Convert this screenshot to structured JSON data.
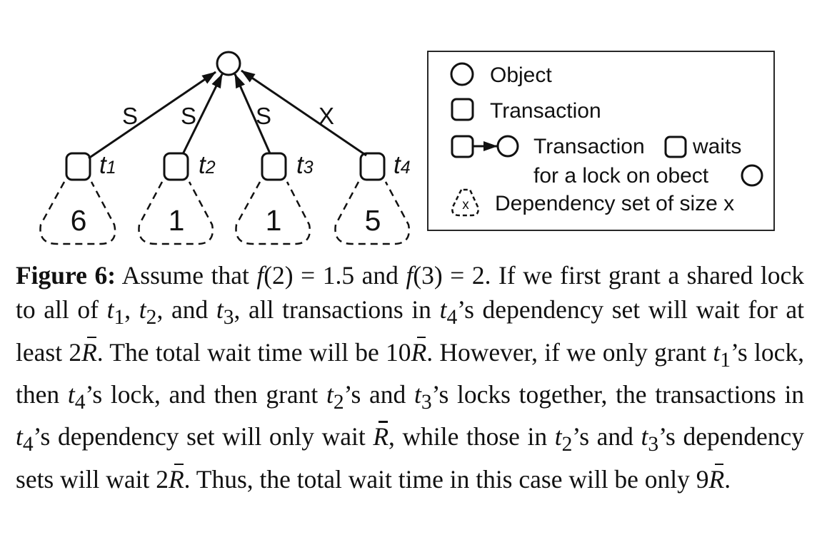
{
  "diagram": {
    "edges": [
      {
        "from": "t1",
        "to": "object",
        "label": "S"
      },
      {
        "from": "t2",
        "to": "object",
        "label": "S"
      },
      {
        "from": "t3",
        "to": "object",
        "label": "S"
      },
      {
        "from": "t4",
        "to": "object",
        "label": "X"
      }
    ],
    "transactions": [
      {
        "id": "t1",
        "label_base": "t",
        "label_sub": "1",
        "dependency_size": "6"
      },
      {
        "id": "t2",
        "label_base": "t",
        "label_sub": "2",
        "dependency_size": "1"
      },
      {
        "id": "t3",
        "label_base": "t",
        "label_sub": "3",
        "dependency_size": "1"
      },
      {
        "id": "t4",
        "label_base": "t",
        "label_sub": "4",
        "dependency_size": "5"
      }
    ]
  },
  "legend": {
    "object": "Object",
    "transaction": "Transaction",
    "wait_line1_a": "Transaction",
    "wait_line1_b": "waits",
    "wait_line2": "for a lock on obect",
    "dependency_symbol": "x",
    "dependency": "Dependency set of size x"
  },
  "caption": {
    "label": "Figure 6:",
    "l1": {
      "a": "Assume that",
      "b": "f",
      "c": "(2) = 1.5 and",
      "d": "f",
      "e": "(3) = 2. If we first"
    },
    "l2": {
      "a": "grant a shared lock to all of",
      "t": "t",
      "s1": "1",
      "s2": "2",
      "s3": "3",
      "b": ",",
      "c": ", and",
      "d": ", all transactions in"
    },
    "l3": {
      "t": "t",
      "s": "4",
      "a": "’s dependency set will wait for at least 2",
      "R": "R",
      "b": ". The total wait"
    },
    "l4": {
      "a": "time will be 10",
      "R": "R",
      "b": ". However, if we only grant",
      "t": "t",
      "s": "1",
      "c": "’s lock, then"
    },
    "l5": {
      "t": "t",
      "s4": "4",
      "s2": "2",
      "s3": "3",
      "a": "’s lock, and then grant",
      "b": "’s and",
      "c": "’s locks together, the"
    },
    "l6": {
      "a": "transactions in",
      "t": "t",
      "s": "4",
      "b": "’s dependency set will only wait",
      "R": "R",
      "c": ", while"
    },
    "l7": {
      "a": "those in",
      "t": "t",
      "s2": "2",
      "s3": "3",
      "b": "’s and",
      "c": "’s dependency sets will wait 2",
      "R": "R",
      "d": ". Thus,"
    },
    "l8": {
      "a": "the total wait time in this case will be only 9",
      "R": "R",
      "b": "."
    }
  }
}
